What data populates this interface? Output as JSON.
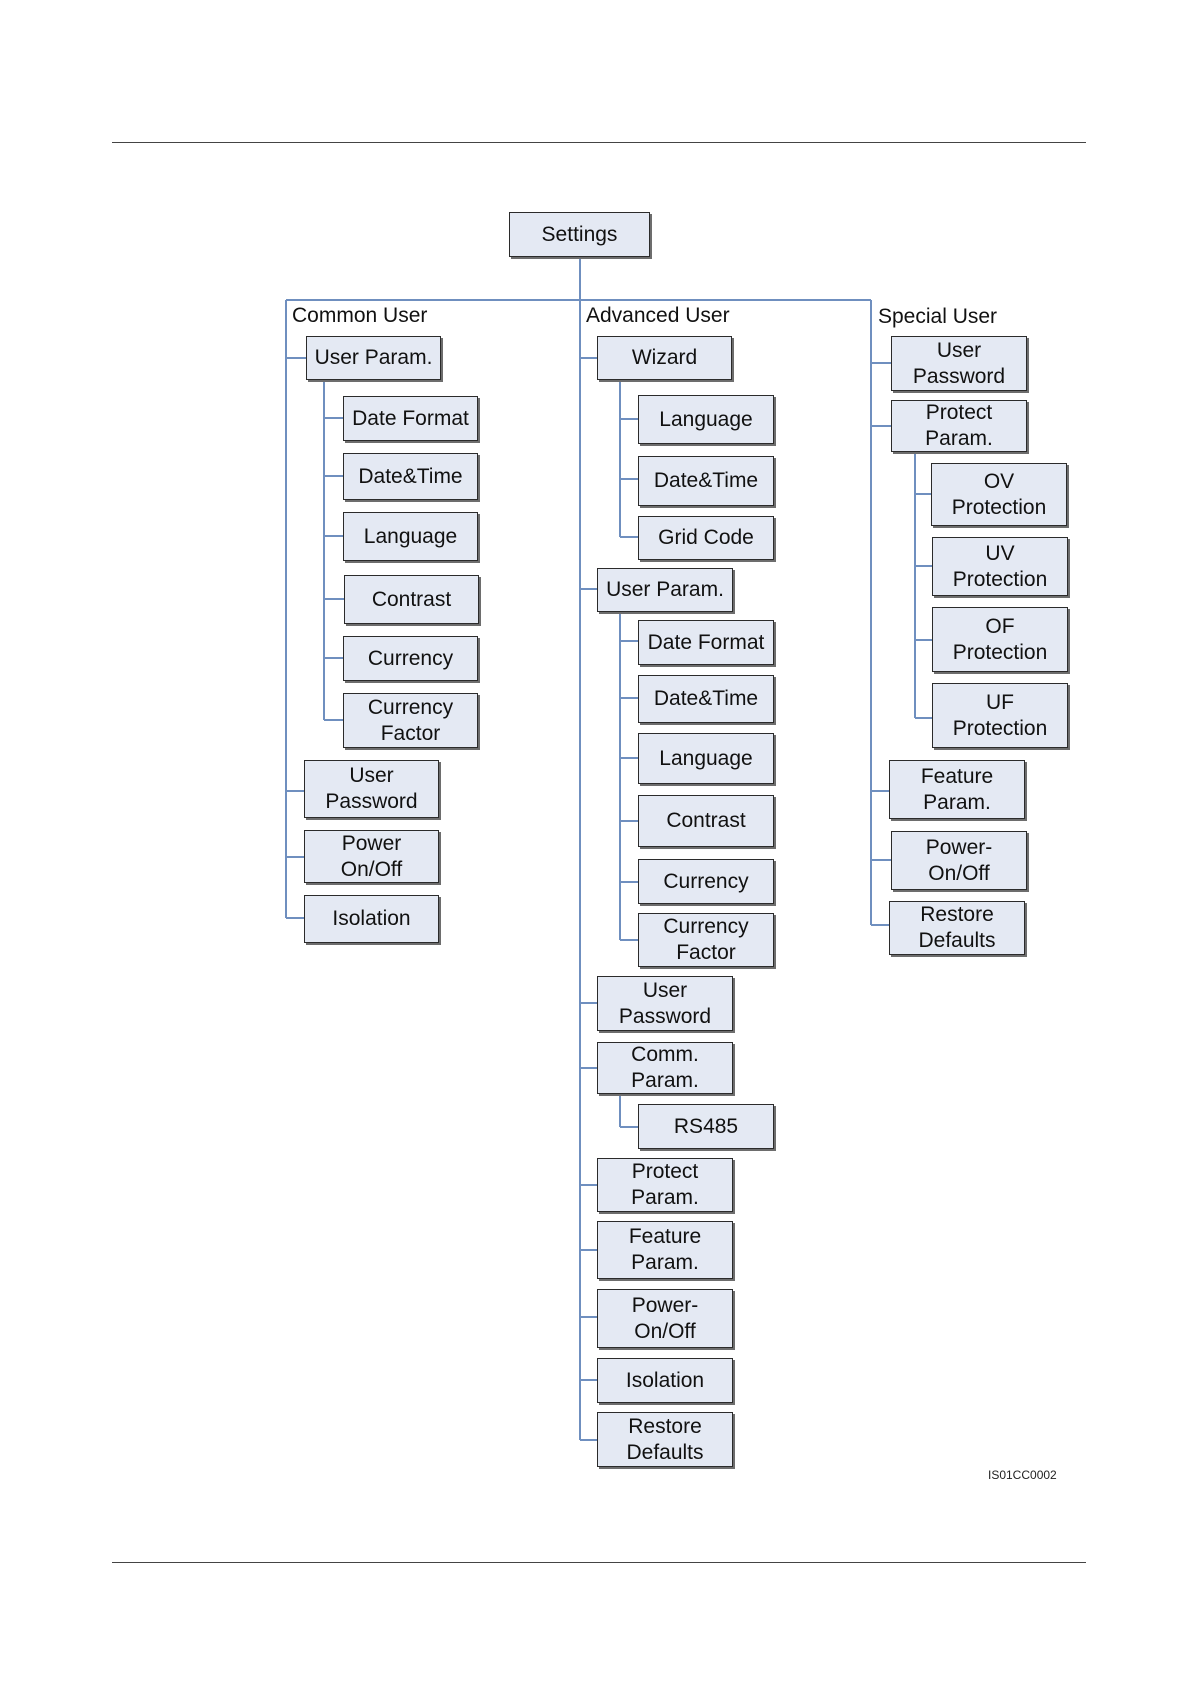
{
  "root": "Settings",
  "groups": {
    "common": "Common User",
    "advanced": "Advanced User",
    "special": "Special User"
  },
  "common": {
    "user_param": "User Param.",
    "date_format": "Date Format",
    "date_time": "Date&Time",
    "language": "Language",
    "contrast": "Contrast",
    "currency": "Currency",
    "currency_factor": "Currency\nFactor",
    "user_password": "User\nPassword",
    "power_onoff": "Power\nOn/Off",
    "isolation": "Isolation"
  },
  "advanced": {
    "wizard": "Wizard",
    "wiz_language": "Language",
    "wiz_date_time": "Date&Time",
    "wiz_grid_code": "Grid Code",
    "user_param": "User Param.",
    "date_format": "Date Format",
    "date_time": "Date&Time",
    "language": "Language",
    "contrast": "Contrast",
    "currency": "Currency",
    "currency_factor": "Currency\nFactor",
    "user_password": "User\nPassword",
    "comm_param": "Comm.\nParam.",
    "rs485": "RS485",
    "protect_param": "Protect\nParam.",
    "feature_param": "Feature\nParam.",
    "power_onoff": "Power-\nOn/Off",
    "isolation": "Isolation",
    "restore_defaults": "Restore\nDefaults"
  },
  "special": {
    "user_password": "User\nPassword",
    "protect_param": "Protect\nParam.",
    "ov_protection": "OV\nProtection",
    "uv_protection": "UV\nProtection",
    "of_protection": "OF\nProtection",
    "uf_protection": "UF\nProtection",
    "feature_param": "Feature\nParam.",
    "power_onoff": "Power-\nOn/Off",
    "restore_defaults": "Restore\nDefaults"
  },
  "figure_id": "IS01CC0002",
  "colors": {
    "connector": "#6f8fbf",
    "box_fill": "#e4e9f3",
    "box_border": "#2b2b2b"
  }
}
